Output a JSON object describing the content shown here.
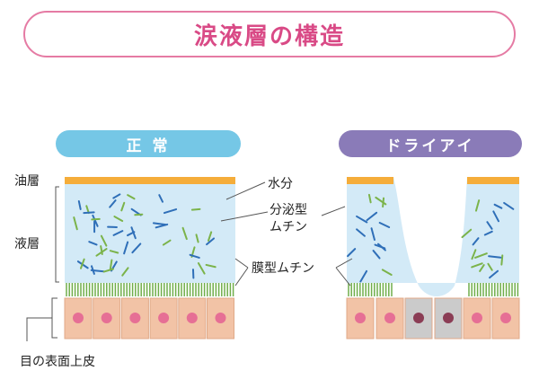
{
  "title": "涙液層の構造",
  "panels": {
    "normal": "正 常",
    "dry": "ドライアイ"
  },
  "left_labels": {
    "oil_layer": "油層",
    "aqueous_layer": "液層",
    "epithelium": "目の表面上皮"
  },
  "annotations": {
    "water": "水分",
    "secreted_mucin_line1": "分泌型",
    "secreted_mucin_line2": "ムチン",
    "membrane_mucin": "膜型ムチン"
  },
  "colors": {
    "title": "#d94a86",
    "oil": "#f5ad3a",
    "aqueous": "#d3eaf7",
    "membrane_mucin": "#6fae4a",
    "cell_fill": "#f2c3a6",
    "cell_nucleus": "#e66f95",
    "dry_cell_fill": "#cbcbcb",
    "dry_cell_nucleus": "#8b3d55",
    "normal_pill": "#75c7e6",
    "dry_pill": "#8a7bb8"
  }
}
